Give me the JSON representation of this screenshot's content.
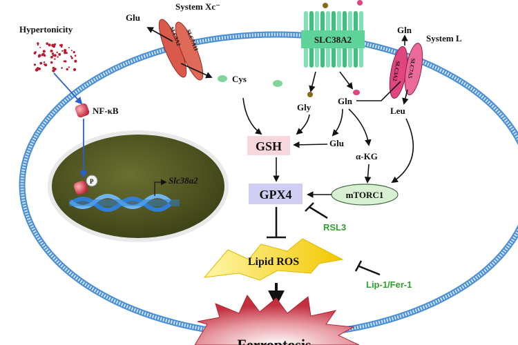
{
  "labels": {
    "hypertonicity": "Hypertonicity",
    "nfkb": "NF-κB",
    "system_xc": "System Xc⁻",
    "slc7a11": "SLC7A11",
    "slc3a2_xc": "SLC3A2",
    "slc38a2": "SLC38A2",
    "system_l": "System L",
    "slc3a2_l": "SLC3A2",
    "slc7a5": "SLC7A5",
    "glu_top": "Glu",
    "gln_top": "Gln",
    "cys": "Cys",
    "gly": "Gly",
    "gln": "Gln",
    "leu": "Leu",
    "gsh": "GSH",
    "glu_mid": "Glu",
    "akg": "α-KG",
    "gpx4": "GPX4",
    "mtorc1": "mTORC1",
    "rsl3": "RSL3",
    "lipid_ros": "Lipid ROS",
    "lip_fer": "Lip-1/Fer-1",
    "ferroptosis": "Ferroptosis",
    "gene": "Slc38a2",
    "phospho": "P"
  },
  "colors": {
    "membrane": "#4a8fd4",
    "nucleus": "#4e5320",
    "gsh_box": "#f8d7dc",
    "gpx4_box": "#cfcdf2",
    "mtorc1": "#d9efd3",
    "inhibitor_green": "#2e9e2e",
    "lipid_ros": "#f4d000",
    "ferroptosis": "#c22f3f",
    "transporter_red": "#d95a4a",
    "transporter_pink": "#e0457f",
    "slc38a2_green": "#5fd49a",
    "dna_blue": "#2f7fd6"
  }
}
